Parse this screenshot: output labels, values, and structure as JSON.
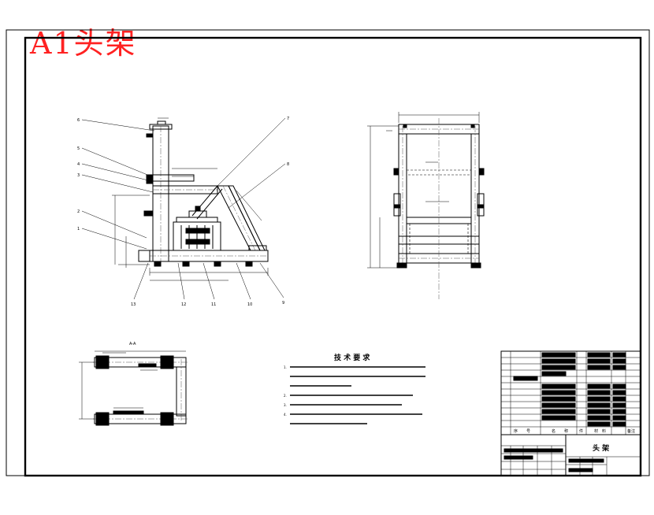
{
  "sheet": {
    "overlay_title": "A1头架"
  },
  "tech_requirements": {
    "title": "技 术 要 求",
    "items": [
      "1.",
      "2.",
      "3.",
      "4."
    ]
  },
  "section_view": {
    "label": "A-A"
  },
  "title_block": {
    "name": "头 架",
    "header_cells": [
      "序",
      "号",
      "名",
      "称",
      "件",
      "材",
      "料",
      "备注"
    ]
  },
  "side_view": {
    "callouts": [
      "6",
      "5",
      "4",
      "3",
      "2",
      "1",
      "7",
      "8",
      "9",
      "10",
      "11",
      "12",
      "13"
    ]
  }
}
